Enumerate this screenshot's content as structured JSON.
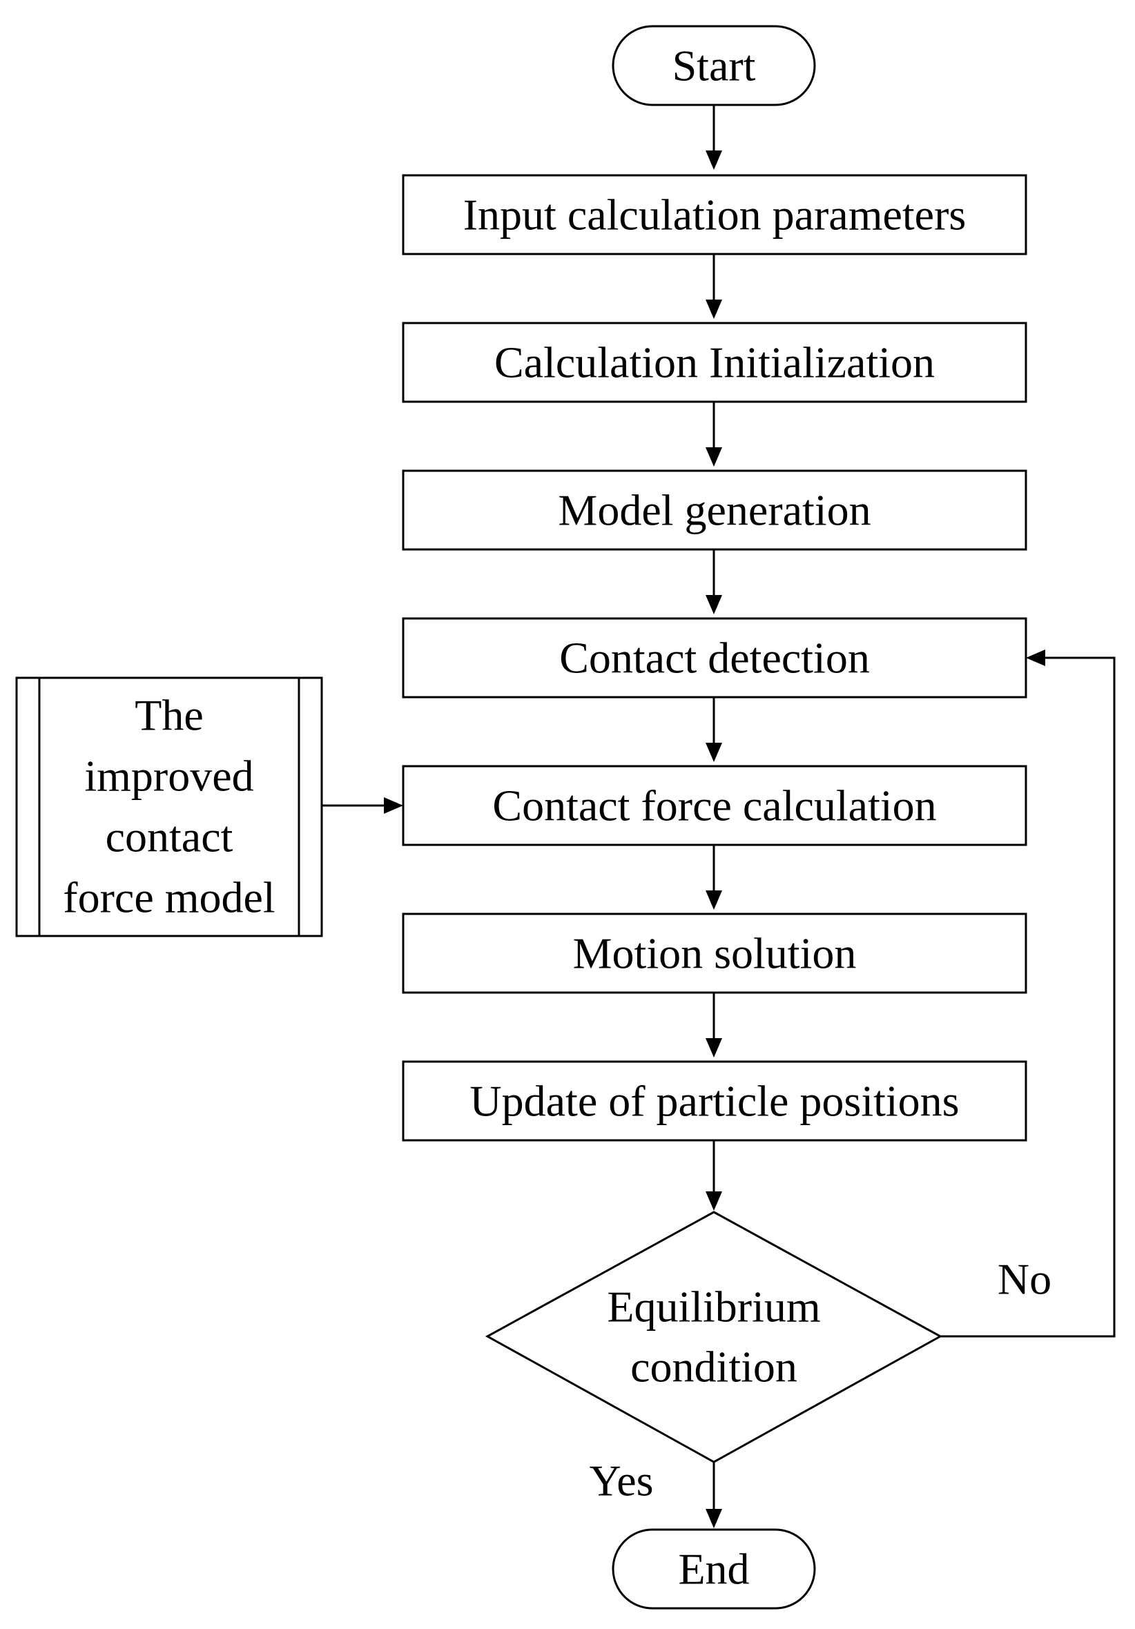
{
  "flowchart": {
    "start": "Start",
    "input_params": "Input calculation parameters",
    "init": "Calculation Initialization",
    "model_gen": "Model generation",
    "contact_detection": "Contact detection",
    "contact_force": "Contact force calculation",
    "motion_solution": "Motion solution",
    "update_positions": "Update of particle positions",
    "decision": {
      "line1": "Equilibrium",
      "line2": "condition"
    },
    "end": "End",
    "yes": "Yes",
    "no": "No",
    "subprocess": {
      "line1": "The",
      "line2": "improved",
      "line3": "contact",
      "line4": "force model"
    }
  }
}
